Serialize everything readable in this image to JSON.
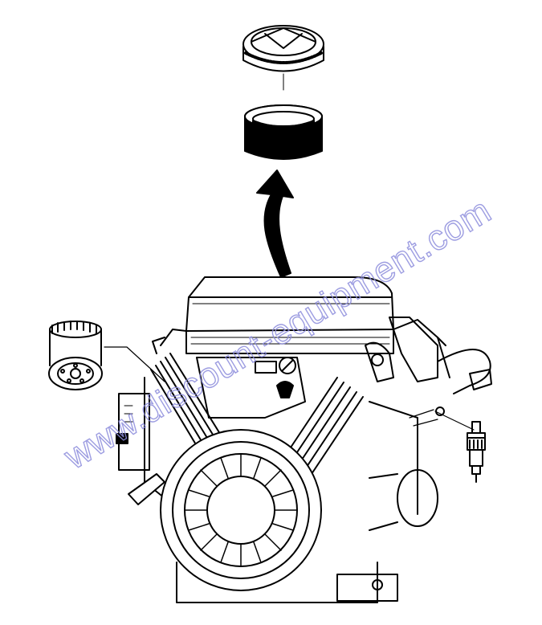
{
  "watermark": {
    "text": "www.discount-equipment.com",
    "color": "#8c8cdc"
  },
  "parts": [
    {
      "name": "air-filter-cover",
      "icon": "air-cleaner-cover-icon"
    },
    {
      "name": "air-filter-element",
      "icon": "foam-ring-icon"
    },
    {
      "name": "removal-arrow",
      "icon": "curved-arrow-up-icon"
    },
    {
      "name": "oil-filter",
      "icon": "oil-filter-icon"
    },
    {
      "name": "spark-plug",
      "icon": "spark-plug-icon"
    },
    {
      "name": "engine",
      "icon": "v-twin-engine-icon"
    }
  ],
  "colors": {
    "line": "#000000",
    "background": "#ffffff"
  }
}
